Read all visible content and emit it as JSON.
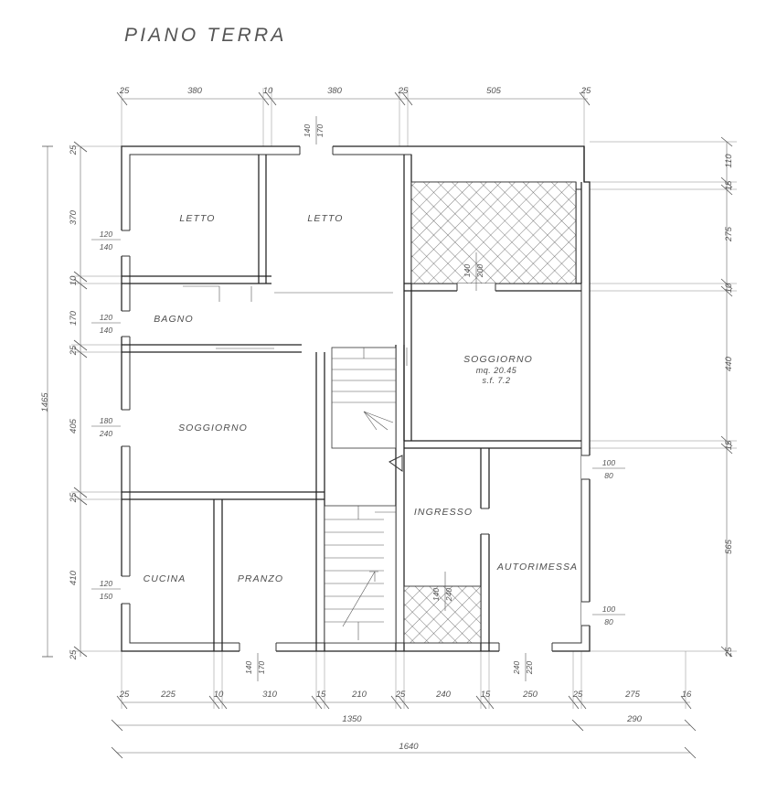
{
  "drawing": {
    "title": "PIANO TERRA",
    "type": "architectural-floor-plan",
    "units": "cm"
  },
  "rooms": [
    {
      "id": "letto-1",
      "label": "LETTO"
    },
    {
      "id": "letto-2",
      "label": "LETTO"
    },
    {
      "id": "bagno",
      "label": "BAGNO"
    },
    {
      "id": "soggiorno-1",
      "label": "SOGGIORNO"
    },
    {
      "id": "cucina",
      "label": "CUCINA"
    },
    {
      "id": "pranzo",
      "label": "PRANZO"
    },
    {
      "id": "ingresso",
      "label": "INGRESSO"
    },
    {
      "id": "autorimessa",
      "label": "AUTORIMESSA"
    }
  ],
  "soggiorno_right": {
    "label": "SOGGIORNO",
    "area_line": "mq.  20.45",
    "sf_line": "s.f.   7.2"
  },
  "dimensions": {
    "top_chain": [
      "25",
      "380",
      "10",
      "380",
      "25",
      "505",
      "25"
    ],
    "bottom_chain": [
      "25",
      "225",
      "10",
      "310",
      "15",
      "210",
      "25",
      "240",
      "15",
      "250",
      "25",
      "275",
      "16"
    ],
    "left_chain": [
      "25",
      "370",
      "10",
      "170",
      "25",
      "405",
      "25",
      "410",
      "25"
    ],
    "right_chain": [
      "110",
      "15",
      "275",
      "10",
      "440",
      "15",
      "565",
      "25"
    ],
    "left_overall": "1465",
    "bottom_partial_a": "1350",
    "bottom_partial_b": "290",
    "bottom_overall": "1640"
  },
  "openings": {
    "left": [
      {
        "id": "w-letto1",
        "w": "120",
        "h": "140"
      },
      {
        "id": "w-bagno",
        "w": "120",
        "h": "140"
      },
      {
        "id": "w-sogg",
        "w": "180",
        "h": "240"
      },
      {
        "id": "w-cucina",
        "w": "120",
        "h": "150"
      }
    ],
    "right": [
      {
        "id": "w-ingresso",
        "w": "100",
        "h": "80"
      },
      {
        "id": "w-autorim",
        "w": "100",
        "h": "80"
      }
    ],
    "top": [
      {
        "id": "d-top",
        "w": "140",
        "h": "170"
      }
    ],
    "bottom": [
      {
        "id": "d-bottom",
        "w": "140",
        "h": "170"
      },
      {
        "id": "d-garage",
        "w": "240",
        "h": "220"
      }
    ],
    "terrace_top": {
      "id": "d-terrace-top",
      "w": "140",
      "h": "200"
    },
    "terrace_bottom": {
      "id": "d-terrace-bot",
      "w": "140",
      "h": "240"
    }
  },
  "colors": {
    "ink": "#222222",
    "dim_ink": "#555555",
    "paper": "#ffffff"
  }
}
